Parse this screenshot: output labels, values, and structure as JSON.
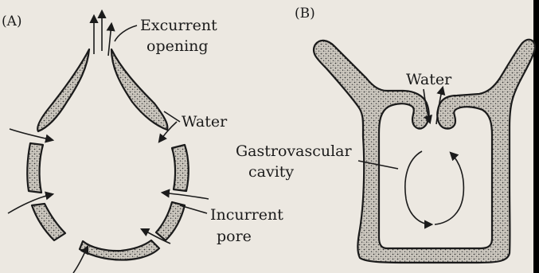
{
  "panels": {
    "a": {
      "label": "(A)",
      "labels": {
        "excurrent_line1": "Excurrent",
        "excurrent_line2": "opening",
        "water": "Water",
        "incurrent_line1": "Incurrent",
        "incurrent_line2": "pore"
      }
    },
    "b": {
      "label": "(B)",
      "labels": {
        "water": "Water",
        "gastro_line1": "Gastrovascular",
        "gastro_line2": "cavity"
      }
    }
  },
  "colors": {
    "background": "#ece8e1",
    "ink": "#1b1b1b",
    "stipple_fill": "#c9c4bb"
  }
}
